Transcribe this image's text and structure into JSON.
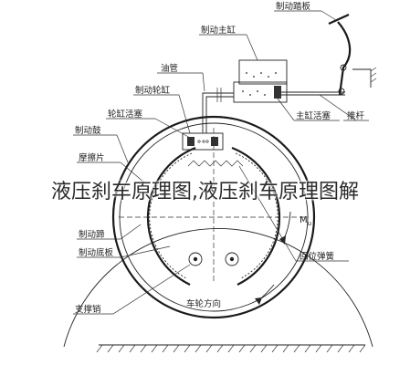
{
  "diagram": {
    "labels": {
      "brake_pedal": "制动踏板",
      "master_cylinder": "制动主缸",
      "oil_pipe": "油管",
      "wheel_cylinder": "制动轮缸",
      "wheel_cylinder_piston": "轮缸活塞",
      "brake_drum": "制动鼓",
      "friction_pad": "摩擦片",
      "brake_shoe": "制动蹄",
      "brake_backing_plate": "制动底板",
      "support_pin": "支撑销",
      "wheel_direction": "车轮方向",
      "return_spring": "回位弹簧",
      "master_piston": "主缸活塞",
      "push_rod": "推杆",
      "moment": "M",
      "moment_sub": "u"
    }
  },
  "overlay_caption": "液压刹车原理图,液压刹车原理图解"
}
